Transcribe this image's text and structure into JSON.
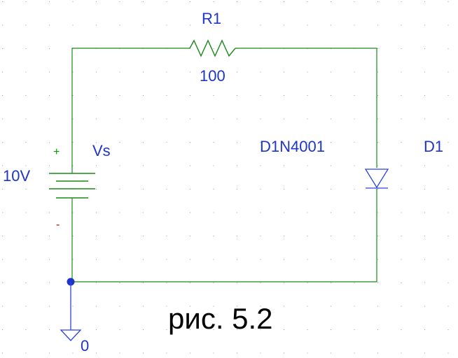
{
  "resistor": {
    "ref": "R1",
    "value": "100"
  },
  "source": {
    "ref": "Vs",
    "value": "10V",
    "plus": "+",
    "minus": "-"
  },
  "diode": {
    "ref": "D1",
    "model": "D1N4001"
  },
  "ground": {
    "label": "0"
  },
  "caption": "рис. 5.2",
  "colors": {
    "wire": "#1a8a1a",
    "label": "#1f35c8",
    "node": "#1f35c8",
    "grid_dot": "#9a9a9a"
  }
}
